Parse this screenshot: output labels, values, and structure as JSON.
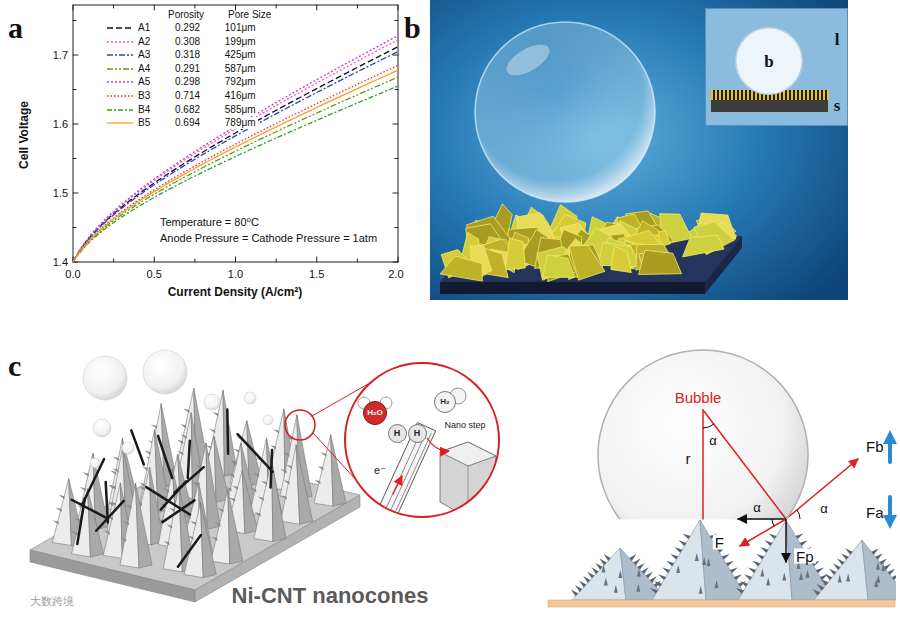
{
  "diagram": {
    "nodes": [
      {
        "text": [
          "l",
          "s"
        ]
      },
      {
        "text": [
          "b"
        ],
        "in": 0
      },
      {
        "text": [
          "Nano step"
        ]
      },
      {
        "text": [
          "H₂O"
        ],
        "in": 2
      },
      {
        "text": [
          "H₂"
        ],
        "in": 2
      },
      {
        "text": [
          "H"
        ],
        "in": 2
      },
      {
        "text": [
          "H"
        ],
        "in": 2
      },
      {
        "text": [
          "Bubble"
        ]
      }
    ],
    "labels": [
      "a",
      "Porosity",
      "Pore Size",
      "Temperature = 80⁰C",
      "Anode Pressure = Cathode Pressure = 1atm",
      "Cell Voltage",
      "Current Density (A/cm²)",
      "1.4",
      "1.5",
      "1.6",
      "1.7",
      "0.0",
      "0.5",
      "1.0",
      "1.5",
      "2.0",
      "b",
      "c",
      "e⁻",
      "Ni-CNT nanocones",
      "r",
      "α",
      "α",
      "α",
      "Fb",
      "Fa",
      "F",
      "Fp",
      "大数跨境"
    ],
    "legend": [
      {
        "text": "A1 0.292 101μm"
      },
      {
        "text": "A2 0.308 199μm"
      },
      {
        "text": "A3 0.318 425μm"
      },
      {
        "text": "A4 0.291 587μm"
      },
      {
        "text": "A5 0.298 792μm"
      },
      {
        "text": "B3 0.714 416μm"
      },
      {
        "text": "B4 0.682 585μm"
      },
      {
        "text": "B5 0.694 789μm"
      }
    ]
  }
}
